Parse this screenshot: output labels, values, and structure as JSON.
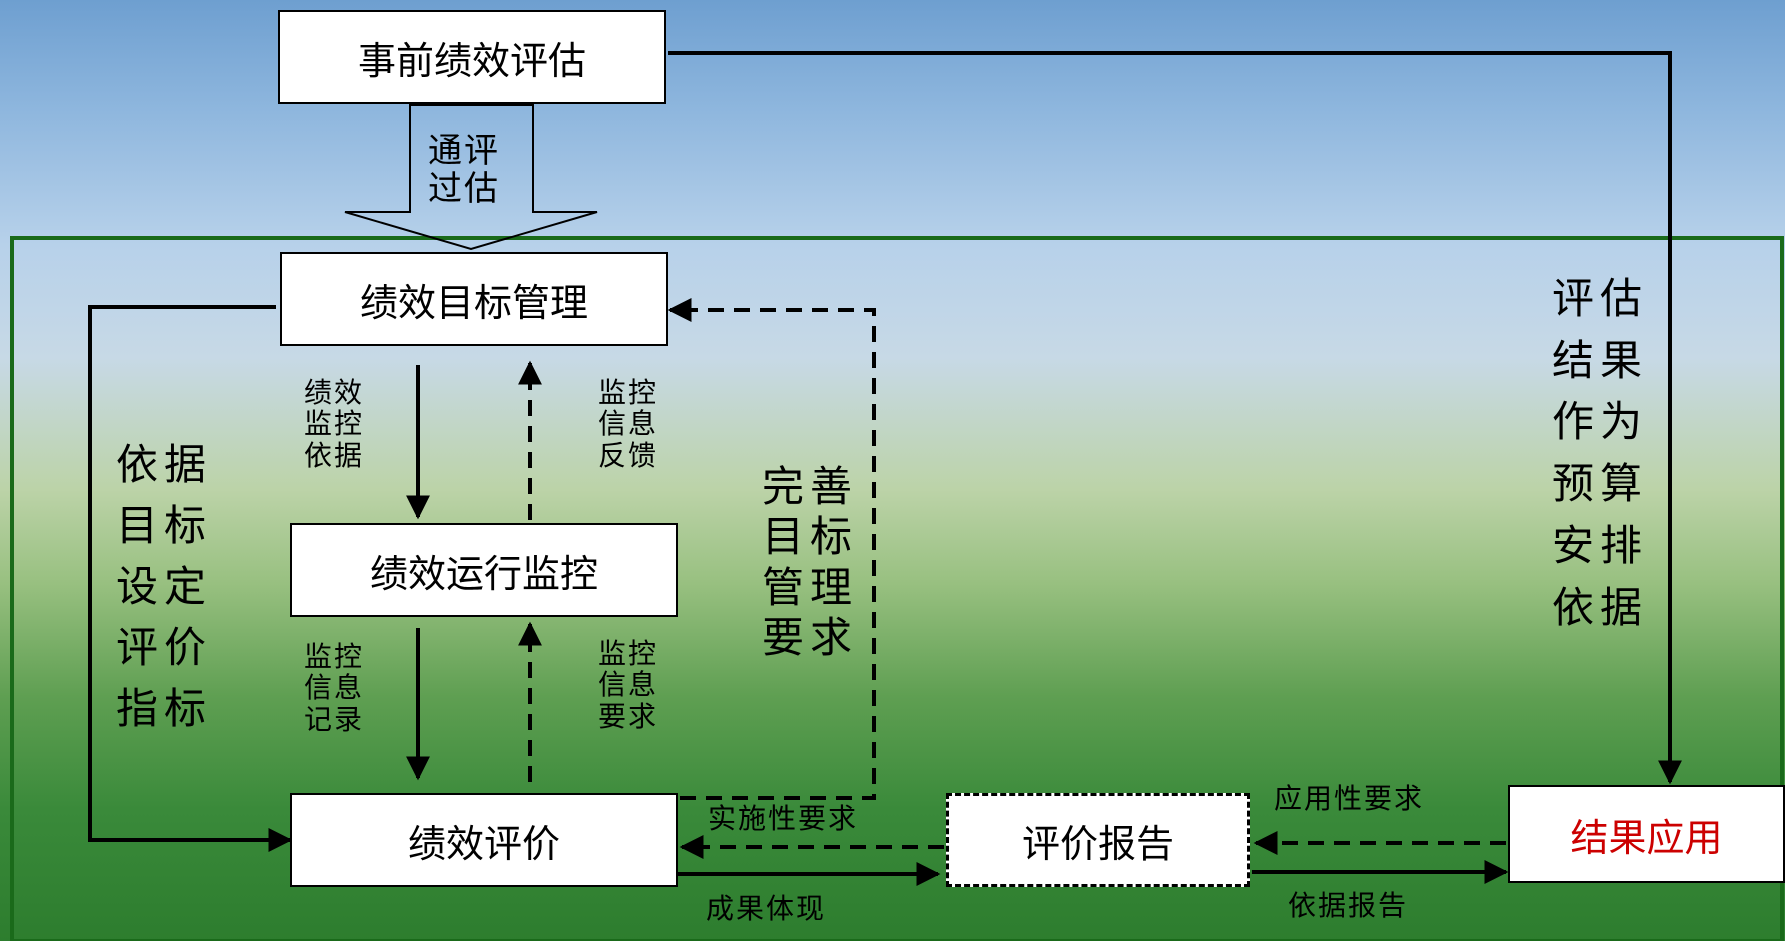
{
  "colors": {
    "frame": "#1a6a1a",
    "result_text": "#cc0000"
  },
  "boxes": {
    "pre_eval": "事前绩效评估",
    "goal_mgmt": "绩效目标管理",
    "monitor": "绩效运行监控",
    "evaluation": "绩效评价",
    "report": "评价报告",
    "result_use": "结果应用"
  },
  "labels": {
    "through_eval": "通评\n过估",
    "basis_target": "依据\n目标\n设定\n评价\n指标",
    "monitor_basis": "绩效\n监控\n依据",
    "monitor_feedback": "监控\n信息\n反馈",
    "monitor_record": "监控\n信息\n记录",
    "monitor_requirement": "监控\n信息\n要求",
    "improve_goal": "完善\n目标\n管理\n要求",
    "eval_result_basis": "评估\n结果\n作为\n预算\n安排\n依据",
    "impl_requirement": "实施性要求",
    "result_reflect": "成果体现",
    "apply_requirement": "应用性要求",
    "basis_report": "依据报告"
  }
}
